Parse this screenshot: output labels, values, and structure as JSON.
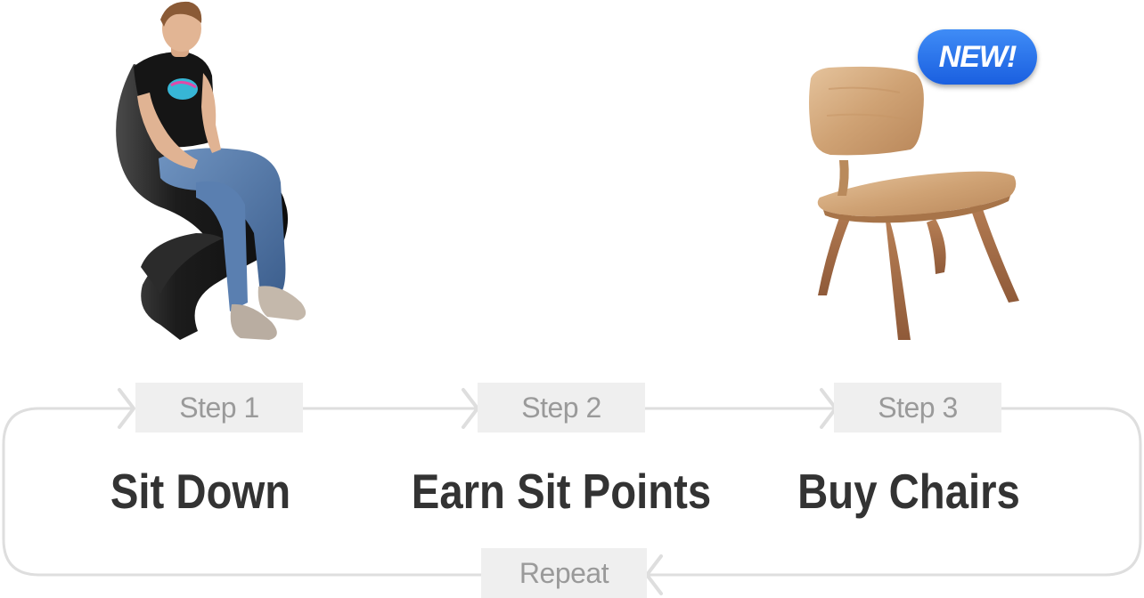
{
  "steps": [
    {
      "tag": "Step 1",
      "title": "Sit Down"
    },
    {
      "tag": "Step 2",
      "title": "Earn Sit Points"
    },
    {
      "tag": "Step 3",
      "title": "Buy Chairs"
    }
  ],
  "repeat_label": "Repeat",
  "badge": {
    "label": "NEW!",
    "color": "#2a6ff0"
  },
  "images": {
    "step1": "person-sitting-in-chair",
    "step3": "wooden-lounge-chair"
  },
  "colors": {
    "flow_line": "#dedede",
    "tag_background": "#efefef",
    "tag_text": "#9a9a9a",
    "title_text": "#333333"
  }
}
